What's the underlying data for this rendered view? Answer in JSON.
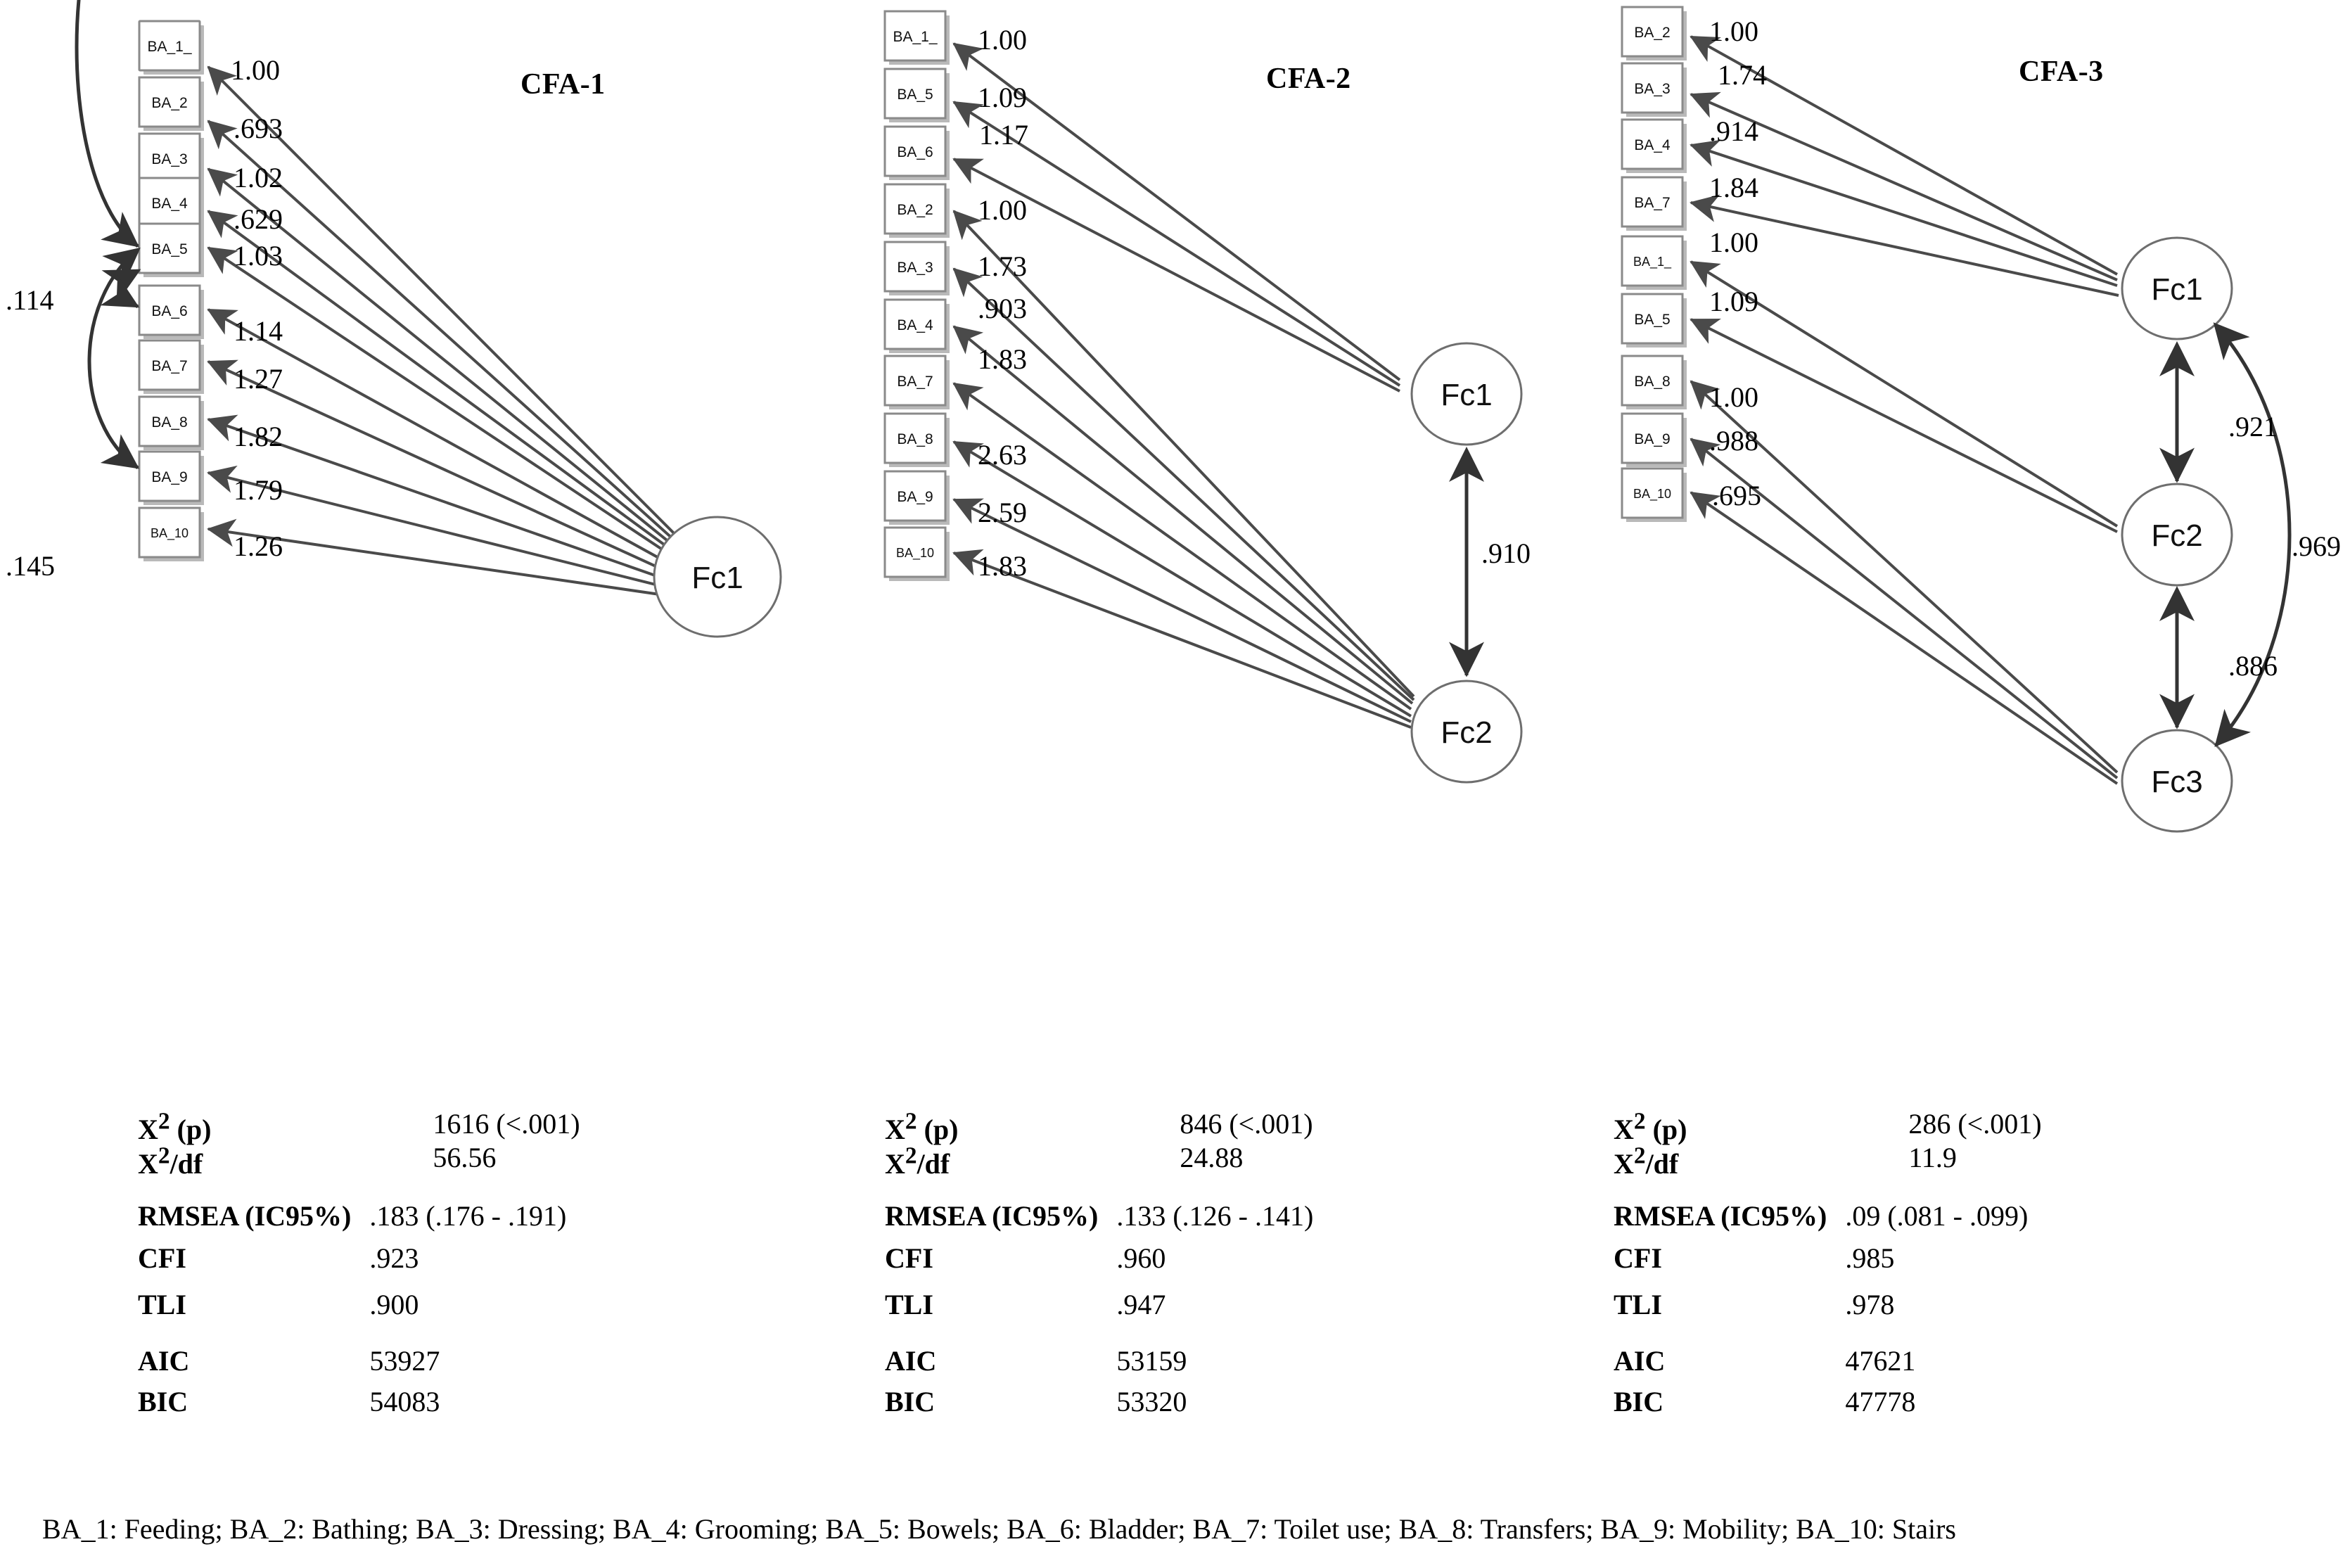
{
  "figure": {
    "panels": [
      {
        "id": "cfa-1",
        "title": "CFA-1",
        "factors": [
          {
            "name": "Fc1"
          }
        ],
        "indicators": [
          {
            "label": "BA_1_",
            "loading": "1.00",
            "factor": "Fc1"
          },
          {
            "label": "BA_2",
            "loading": ".693",
            "factor": "Fc1"
          },
          {
            "label": "BA_3",
            "loading": "1.02",
            "factor": "Fc1"
          },
          {
            "label": "BA_4",
            "loading": ".629",
            "factor": "Fc1"
          },
          {
            "label": "BA_5",
            "loading": "1.03",
            "factor": "Fc1"
          },
          {
            "label": "BA_6",
            "loading": "1.14",
            "factor": "Fc1"
          },
          {
            "label": "BA_7",
            "loading": "1.27",
            "factor": "Fc1"
          },
          {
            "label": "BA_8",
            "loading": "1.82",
            "factor": "Fc1"
          },
          {
            "label": "BA_9",
            "loading": "1.79",
            "factor": "Fc1"
          },
          {
            "label": "BA_10",
            "loading": "1.26",
            "factor": "Fc1"
          }
        ],
        "covariances": [
          {
            "from": "BA_1_",
            "to": "BA_5",
            "value": ".114"
          },
          {
            "from": "BA_5",
            "to": "BA_6",
            "value": ".145"
          }
        ],
        "stats": {
          "rows": [
            {
              "label": "X² (p)",
              "sup": "2",
              "base": "X",
              "suffix": " (p)",
              "value": "1616 (<.001)"
            },
            {
              "label": "X²/df",
              "sup": "2",
              "base": "X",
              "suffix": "/df",
              "value": "56.56"
            },
            {
              "label": "RMSEA (IC95%)",
              "value": ".183 (.176 - .191)"
            },
            {
              "label": "CFI",
              "value": ".923"
            },
            {
              "label": "TLI",
              "value": ".900"
            },
            {
              "label": "AIC",
              "value": "53927"
            },
            {
              "label": "BIC",
              "value": "54083"
            }
          ]
        }
      },
      {
        "id": "cfa-2",
        "title": "CFA-2",
        "factors": [
          {
            "name": "Fc1"
          },
          {
            "name": "Fc2"
          }
        ],
        "indicators": [
          {
            "label": "BA_1_",
            "loading": "1.00",
            "factor": "Fc1"
          },
          {
            "label": "BA_5",
            "loading": "1.09",
            "factor": "Fc1"
          },
          {
            "label": "BA_6",
            "loading": "1.17",
            "factor": "Fc1"
          },
          {
            "label": "BA_2",
            "loading": "1.00",
            "factor": "Fc2"
          },
          {
            "label": "BA_3",
            "loading": "1.73",
            "factor": "Fc2"
          },
          {
            "label": "BA_4",
            "loading": ".903",
            "factor": "Fc2"
          },
          {
            "label": "BA_7",
            "loading": "1.83",
            "factor": "Fc2"
          },
          {
            "label": "BA_8",
            "loading": "2.63",
            "factor": "Fc2"
          },
          {
            "label": "BA_9",
            "loading": "2.59",
            "factor": "Fc2"
          },
          {
            "label": "BA_10",
            "loading": "1.83",
            "factor": "Fc2"
          }
        ],
        "covariances": [
          {
            "from": "Fc1",
            "to": "Fc2",
            "value": ".910"
          }
        ],
        "stats": {
          "rows": [
            {
              "label": "X² (p)",
              "value": "846 (<.001)"
            },
            {
              "label": "X²/df",
              "value": "24.88"
            },
            {
              "label": "RMSEA (IC95%)",
              "value": ".133 (.126 - .141)"
            },
            {
              "label": "CFI",
              "value": ".960"
            },
            {
              "label": "TLI",
              "value": ".947"
            },
            {
              "label": "AIC",
              "value": "53159"
            },
            {
              "label": "BIC",
              "value": "53320"
            }
          ]
        }
      },
      {
        "id": "cfa-3",
        "title": "CFA-3",
        "factors": [
          {
            "name": "Fc1"
          },
          {
            "name": "Fc2"
          },
          {
            "name": "Fc3"
          }
        ],
        "indicators": [
          {
            "label": "BA_2",
            "loading": "1.00",
            "factor": "Fc1"
          },
          {
            "label": "BA_3",
            "loading": "1.74",
            "factor": "Fc1"
          },
          {
            "label": "BA_4",
            "loading": ".914",
            "factor": "Fc1"
          },
          {
            "label": "BA_7",
            "loading": "1.84",
            "factor": "Fc1"
          },
          {
            "label": "BA_1_",
            "loading": "1.00",
            "factor": "Fc2"
          },
          {
            "label": "BA_5",
            "loading": "1.09",
            "factor": "Fc2"
          },
          {
            "label": "BA_8",
            "loading": "1.00",
            "factor": "Fc3"
          },
          {
            "label": "BA_9",
            "loading": ".988",
            "factor": "Fc3"
          },
          {
            "label": "BA_10",
            "loading": ".695",
            "factor": "Fc3"
          }
        ],
        "covariances": [
          {
            "from": "Fc1",
            "to": "Fc2",
            "value": ".921"
          },
          {
            "from": "Fc2",
            "to": "Fc3",
            "value": ".886"
          },
          {
            "from": "Fc1",
            "to": "Fc3",
            "value": ".969"
          }
        ],
        "stats": {
          "rows": [
            {
              "label": "X² (p)",
              "value": "286 (<.001)"
            },
            {
              "label": "X²/df",
              "value": "11.9"
            },
            {
              "label": "RMSEA (IC95%)",
              "value": ".09 (.081 - .099)"
            },
            {
              "label": "CFI",
              "value": ".985"
            },
            {
              "label": "TLI",
              "value": ".978"
            },
            {
              "label": "AIC",
              "value": "47621"
            },
            {
              "label": "BIC",
              "value": "47778"
            }
          ]
        }
      }
    ],
    "stat_labels": {
      "chisq_p": "X² (p)",
      "chisq_df": "X²/df",
      "rmsea": "RMSEA (IC95%)",
      "cfi": "CFI",
      "tli": "TLI",
      "aic": "AIC",
      "bic": "BIC"
    },
    "footer": "BA_1: Feeding; BA_2: Bathing; BA_3: Dressing; BA_4: Grooming; BA_5: Bowels; BA_6: Bladder; BA_7: Toilet use; BA_8: Transfers; BA_9: Mobility; BA_10: Stairs"
  },
  "chart_data": {
    "type": "diagram",
    "title": "Confirmatory factor analysis models CFA-1, CFA-2, CFA-3",
    "models": [
      {
        "name": "CFA-1",
        "n_factors": 1,
        "loadings": [
          {
            "indicator": "BA_1_",
            "factor": "Fc1",
            "value": 1.0
          },
          {
            "indicator": "BA_2",
            "factor": "Fc1",
            "value": 0.693
          },
          {
            "indicator": "BA_3",
            "factor": "Fc1",
            "value": 1.02
          },
          {
            "indicator": "BA_4",
            "factor": "Fc1",
            "value": 0.629
          },
          {
            "indicator": "BA_5",
            "factor": "Fc1",
            "value": 1.03
          },
          {
            "indicator": "BA_6",
            "factor": "Fc1",
            "value": 1.14
          },
          {
            "indicator": "BA_7",
            "factor": "Fc1",
            "value": 1.27
          },
          {
            "indicator": "BA_8",
            "factor": "Fc1",
            "value": 1.82
          },
          {
            "indicator": "BA_9",
            "factor": "Fc1",
            "value": 1.79
          },
          {
            "indicator": "BA_10",
            "factor": "Fc1",
            "value": 1.26
          }
        ],
        "error_covariances": [
          {
            "between": [
              "BA_1_",
              "BA_5"
            ],
            "value": 0.114
          },
          {
            "between": [
              "BA_5",
              "BA_6"
            ],
            "value": 0.145
          }
        ],
        "fit": {
          "chisq": 1616,
          "p": "<.001",
          "chisq_df": 56.56,
          "rmsea": 0.183,
          "rmsea_ci": [
            0.176,
            0.191
          ],
          "cfi": 0.923,
          "tli": 0.9,
          "aic": 53927,
          "bic": 54083
        }
      },
      {
        "name": "CFA-2",
        "n_factors": 2,
        "loadings": [
          {
            "indicator": "BA_1_",
            "factor": "Fc1",
            "value": 1.0
          },
          {
            "indicator": "BA_5",
            "factor": "Fc1",
            "value": 1.09
          },
          {
            "indicator": "BA_6",
            "factor": "Fc1",
            "value": 1.17
          },
          {
            "indicator": "BA_2",
            "factor": "Fc2",
            "value": 1.0
          },
          {
            "indicator": "BA_3",
            "factor": "Fc2",
            "value": 1.73
          },
          {
            "indicator": "BA_4",
            "factor": "Fc2",
            "value": 0.903
          },
          {
            "indicator": "BA_7",
            "factor": "Fc2",
            "value": 1.83
          },
          {
            "indicator": "BA_8",
            "factor": "Fc2",
            "value": 2.63
          },
          {
            "indicator": "BA_9",
            "factor": "Fc2",
            "value": 2.59
          },
          {
            "indicator": "BA_10",
            "factor": "Fc2",
            "value": 1.83
          }
        ],
        "factor_correlations": [
          {
            "between": [
              "Fc1",
              "Fc2"
            ],
            "value": 0.91
          }
        ],
        "fit": {
          "chisq": 846,
          "p": "<.001",
          "chisq_df": 24.88,
          "rmsea": 0.133,
          "rmsea_ci": [
            0.126,
            0.141
          ],
          "cfi": 0.96,
          "tli": 0.947,
          "aic": 53159,
          "bic": 53320
        }
      },
      {
        "name": "CFA-3",
        "n_factors": 3,
        "loadings": [
          {
            "indicator": "BA_2",
            "factor": "Fc1",
            "value": 1.0
          },
          {
            "indicator": "BA_3",
            "factor": "Fc1",
            "value": 1.74
          },
          {
            "indicator": "BA_4",
            "factor": "Fc1",
            "value": 0.914
          },
          {
            "indicator": "BA_7",
            "factor": "Fc1",
            "value": 1.84
          },
          {
            "indicator": "BA_1_",
            "factor": "Fc2",
            "value": 1.0
          },
          {
            "indicator": "BA_5",
            "factor": "Fc2",
            "value": 1.09
          },
          {
            "indicator": "BA_8",
            "factor": "Fc3",
            "value": 1.0
          },
          {
            "indicator": "BA_9",
            "factor": "Fc3",
            "value": 0.988
          },
          {
            "indicator": "BA_10",
            "factor": "Fc3",
            "value": 0.695
          }
        ],
        "factor_correlations": [
          {
            "between": [
              "Fc1",
              "Fc2"
            ],
            "value": 0.921
          },
          {
            "between": [
              "Fc2",
              "Fc3"
            ],
            "value": 0.886
          },
          {
            "between": [
              "Fc1",
              "Fc3"
            ],
            "value": 0.969
          }
        ],
        "fit": {
          "chisq": 286,
          "p": "<.001",
          "chisq_df": 11.9,
          "rmsea": 0.09,
          "rmsea_ci": [
            0.081,
            0.099
          ],
          "cfi": 0.985,
          "tli": 0.978,
          "aic": 47621,
          "bic": 47778
        }
      }
    ],
    "legend": "BA_1: Feeding; BA_2: Bathing; BA_3: Dressing; BA_4: Grooming; BA_5: Bowels; BA_6: Bladder; BA_7: Toilet use; BA_8: Transfers; BA_9: Mobility; BA_10: Stairs"
  }
}
